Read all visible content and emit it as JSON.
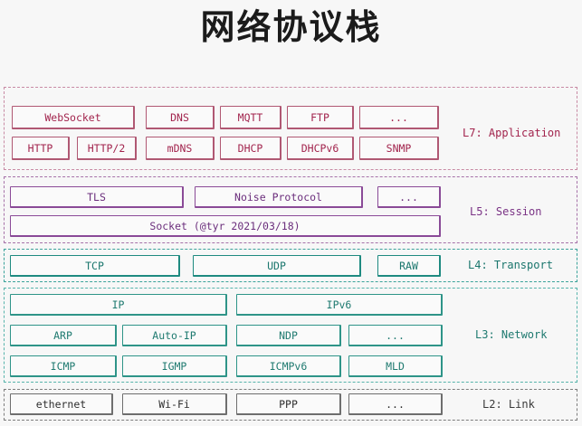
{
  "title": "网络协议栈",
  "layers": {
    "application": {
      "label": "L7: Application",
      "row1": [
        "WebSocket",
        "DNS",
        "MQTT",
        "FTP",
        "..."
      ],
      "row2": [
        "HTTP",
        "HTTP/2",
        "mDNS",
        "DHCP",
        "DHCPv6",
        "SNMP"
      ]
    },
    "session": {
      "label": "L5: Session",
      "row1": [
        "TLS",
        "Noise Protocol",
        "..."
      ],
      "socket": "Socket (@tyr 2021/03/18)"
    },
    "transport": {
      "label": "L4: Transport",
      "items": [
        "TCP",
        "UDP",
        "RAW"
      ]
    },
    "network": {
      "label": "L3: Network",
      "row1": [
        "IP",
        "IPv6"
      ],
      "row2": [
        "ARP",
        "Auto-IP",
        "NDP",
        "..."
      ],
      "row3": [
        "ICMP",
        "IGMP",
        "ICMPv6",
        "MLD"
      ]
    },
    "link": {
      "label": "L2: Link",
      "items": [
        "ethernet",
        "Wi-Fi",
        "PPP",
        "..."
      ]
    }
  }
}
